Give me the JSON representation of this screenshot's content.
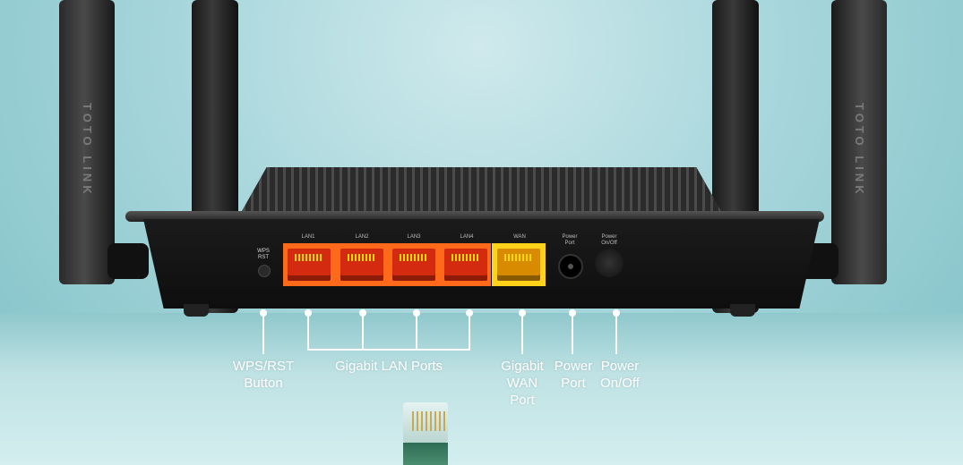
{
  "brand_logo": "TOTOLINK",
  "router": {
    "port_labels": {
      "wps": "WPS RST",
      "lan1": "LAN1",
      "lan2": "LAN2",
      "lan3": "LAN3",
      "lan4": "LAN4",
      "wan": "WAN",
      "power_port": "Power Port",
      "power_onoff": "Power On/Off"
    }
  },
  "callouts": [
    {
      "id": "wps",
      "text": "WPS/RST\nButton"
    },
    {
      "id": "lan",
      "text": "Gigabit LAN Ports"
    },
    {
      "id": "wan",
      "text": "Gigabit\nWAN\nPort"
    },
    {
      "id": "power_port",
      "text": "Power\nPort"
    },
    {
      "id": "power_onoff",
      "text": "Power\nOn/Off"
    }
  ],
  "colors": {
    "lan_port": "#ff6a1a",
    "wan_port": "#ffd21a",
    "background": "#a6d6db",
    "callout": "#ffffff"
  }
}
